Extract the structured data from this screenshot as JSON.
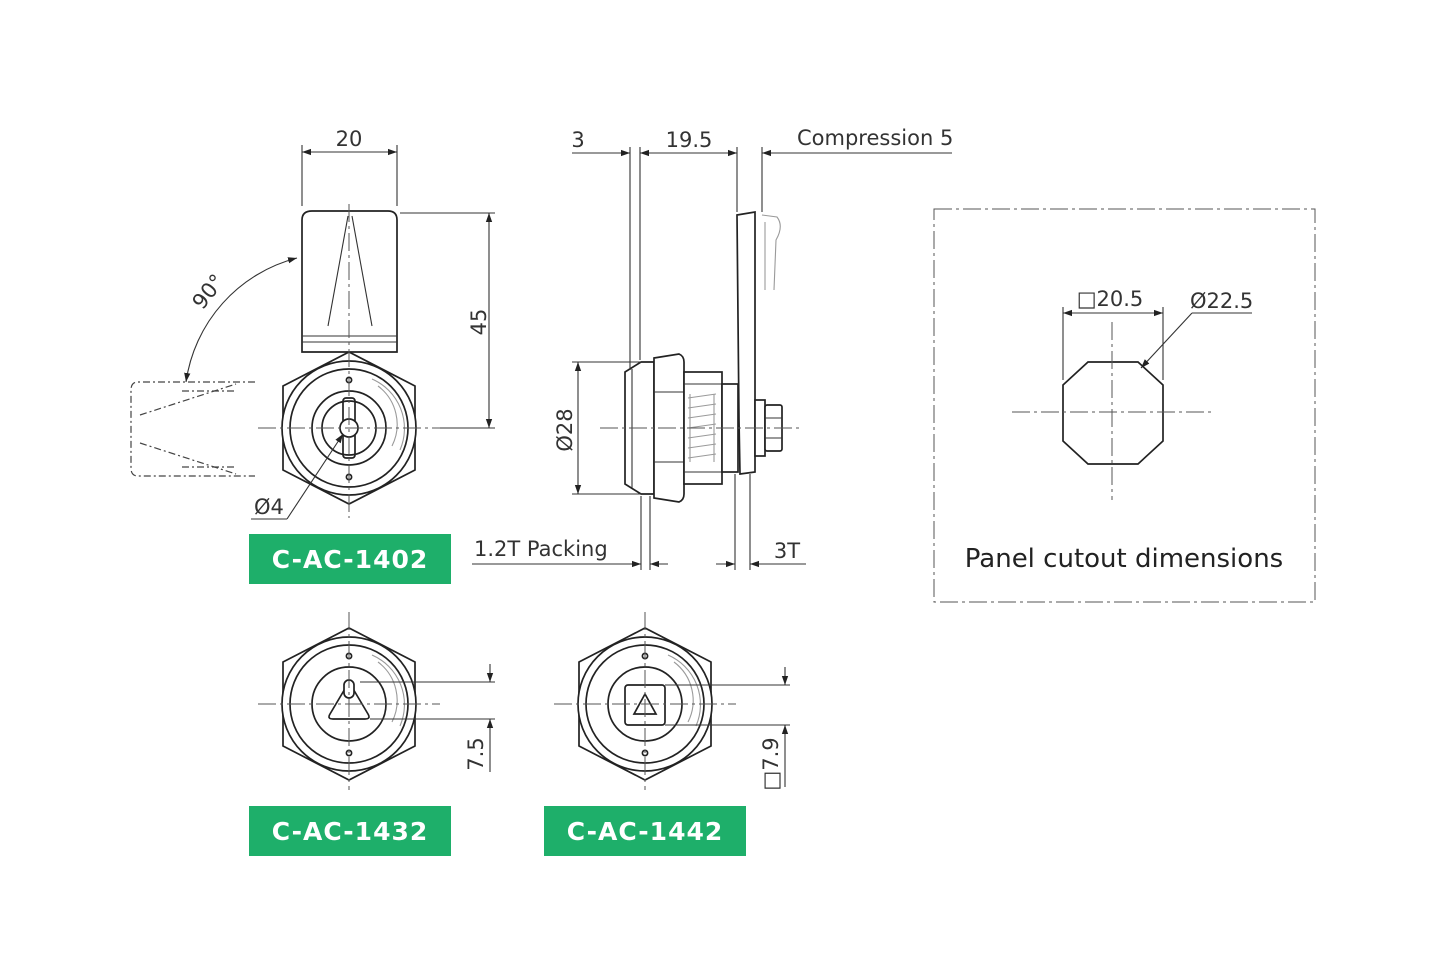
{
  "colors": {
    "badge": "#1eaf6a",
    "line": "#222222"
  },
  "views": {
    "front": {
      "part_label": "C-AC-1402",
      "dim_width": "20",
      "dim_height": "45",
      "dim_angle": "90°",
      "dim_hole": "Ø4"
    },
    "side": {
      "dim_left": "3",
      "dim_mid": "19.5",
      "dim_compression": "Compression 5",
      "dim_diameter": "Ø28",
      "dim_packing": "1.2T Packing",
      "dim_thickness": "3T"
    },
    "triangle": {
      "part_label": "C-AC-1432",
      "dim": "7.5"
    },
    "square": {
      "part_label": "C-AC-1442",
      "dim": "□7.9"
    },
    "cutout": {
      "caption": "Panel cutout dimensions",
      "dim_square": "□20.5",
      "dim_diameter": "Ø22.5"
    }
  }
}
